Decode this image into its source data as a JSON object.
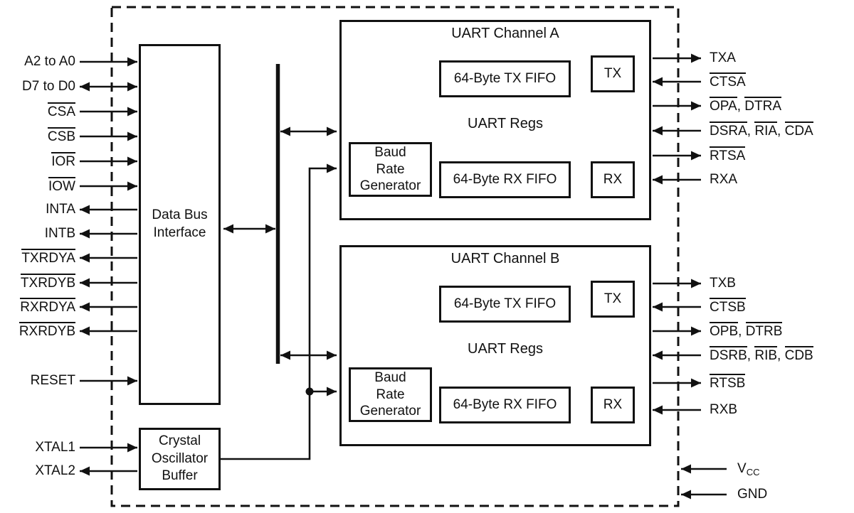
{
  "diagram": {
    "colors": {
      "line": "#111111",
      "background": "#ffffff"
    },
    "blocks": {
      "data_bus_interface": "Data Bus\nInterface",
      "crystal_oscillator_buffer": "Crystal\nOscillator\nBuffer",
      "baud_rate_generator": "Baud\nRate\nGenerator",
      "tx_fifo": "64-Byte TX FIFO",
      "rx_fifo": "64-Byte RX FIFO",
      "uart_regs": "UART Regs",
      "tx": "TX",
      "rx": "RX",
      "channel_a_title": "UART Channel A",
      "channel_b_title": "UART Channel B"
    },
    "pins": {
      "left": [
        {
          "id": "a2-to-a0",
          "dir": "in",
          "label": [
            {
              "t": "A2 to A0"
            }
          ]
        },
        {
          "id": "d7-to-d0",
          "dir": "bidir",
          "label": [
            {
              "t": "D7 to D0"
            }
          ]
        },
        {
          "id": "csa",
          "dir": "in",
          "label": [
            {
              "t": "CSA",
              "bar": true
            }
          ]
        },
        {
          "id": "csb",
          "dir": "in",
          "label": [
            {
              "t": "CSB",
              "bar": true
            }
          ]
        },
        {
          "id": "ior",
          "dir": "in",
          "label": [
            {
              "t": "IOR",
              "bar": true
            }
          ]
        },
        {
          "id": "iow",
          "dir": "in",
          "label": [
            {
              "t": "IOW",
              "bar": true
            }
          ]
        },
        {
          "id": "inta",
          "dir": "out",
          "label": [
            {
              "t": "INTA"
            }
          ]
        },
        {
          "id": "intb",
          "dir": "out",
          "label": [
            {
              "t": "INTB"
            }
          ]
        },
        {
          "id": "txrdya",
          "dir": "out",
          "label": [
            {
              "t": "TXRDYA",
              "bar": true
            }
          ]
        },
        {
          "id": "txrdyb",
          "dir": "out",
          "label": [
            {
              "t": "TXRDYB",
              "bar": true
            }
          ]
        },
        {
          "id": "rxrdya",
          "dir": "out",
          "label": [
            {
              "t": "RXRDYA",
              "bar": true
            }
          ]
        },
        {
          "id": "rxrdyb",
          "dir": "out",
          "label": [
            {
              "t": "RXRDYB",
              "bar": true
            }
          ]
        },
        {
          "id": "reset",
          "dir": "in",
          "label": [
            {
              "t": "RESET"
            }
          ]
        },
        {
          "id": "xtal1",
          "dir": "in",
          "label": [
            {
              "t": "XTAL1"
            }
          ]
        },
        {
          "id": "xtal2",
          "dir": "out",
          "label": [
            {
              "t": "XTAL2"
            }
          ]
        }
      ],
      "right": [
        {
          "id": "txa",
          "dir": "out",
          "label": [
            {
              "t": "TXA"
            }
          ]
        },
        {
          "id": "ctsa",
          "dir": "in",
          "label": [
            {
              "t": "CTSA",
              "bar": true
            }
          ]
        },
        {
          "id": "opa-dtra",
          "dir": "out",
          "label": [
            {
              "t": "OPA",
              "bar": true
            },
            {
              "t": ", "
            },
            {
              "t": "DTRA",
              "bar": true
            }
          ]
        },
        {
          "id": "dsra-ria-cda",
          "dir": "in",
          "label": [
            {
              "t": "DSRA",
              "bar": true
            },
            {
              "t": ", "
            },
            {
              "t": "RIA",
              "bar": true
            },
            {
              "t": ", "
            },
            {
              "t": "CDA",
              "bar": true
            }
          ]
        },
        {
          "id": "rtsa",
          "dir": "out",
          "label": [
            {
              "t": "RTSA",
              "bar": true
            }
          ]
        },
        {
          "id": "rxa",
          "dir": "in",
          "label": [
            {
              "t": "RXA"
            }
          ]
        },
        {
          "id": "txb",
          "dir": "out",
          "label": [
            {
              "t": "TXB"
            }
          ]
        },
        {
          "id": "ctsb",
          "dir": "in",
          "label": [
            {
              "t": "CTSB",
              "bar": true
            }
          ]
        },
        {
          "id": "opb-dtrb",
          "dir": "out",
          "label": [
            {
              "t": "OPB",
              "bar": true
            },
            {
              "t": ", "
            },
            {
              "t": "DTRB",
              "bar": true
            }
          ]
        },
        {
          "id": "dsrb-rib-cdb",
          "dir": "in",
          "label": [
            {
              "t": "DSRB",
              "bar": true
            },
            {
              "t": ", "
            },
            {
              "t": "RIB",
              "bar": true
            },
            {
              "t": ", "
            },
            {
              "t": "CDB",
              "bar": true
            }
          ]
        },
        {
          "id": "rtsb",
          "dir": "out",
          "label": [
            {
              "t": "RTSB",
              "bar": true
            }
          ]
        },
        {
          "id": "rxb",
          "dir": "in",
          "label": [
            {
              "t": "RXB"
            }
          ]
        }
      ],
      "power": [
        {
          "id": "vcc",
          "dir": "in",
          "label": [
            {
              "t": "V"
            },
            {
              "t": "CC",
              "sub": true
            }
          ]
        },
        {
          "id": "gnd",
          "dir": "in",
          "label": [
            {
              "t": "GND"
            }
          ]
        }
      ]
    }
  }
}
